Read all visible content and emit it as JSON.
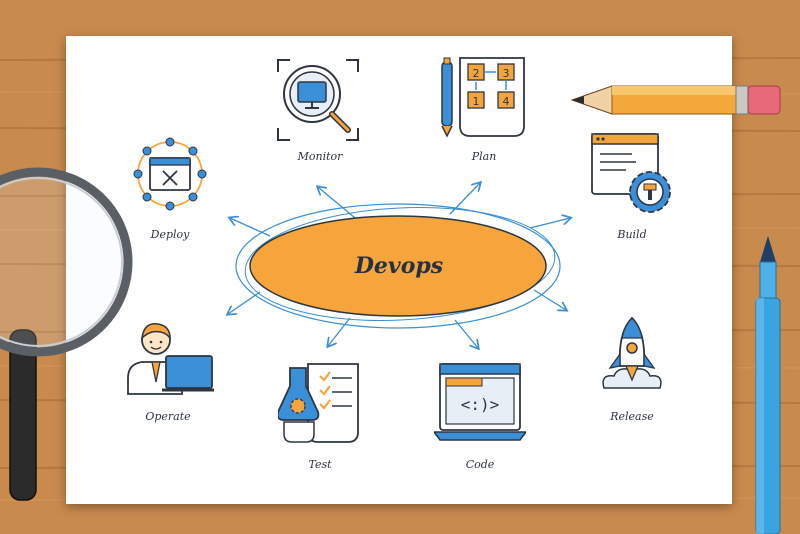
{
  "diagram": {
    "center_title": "Devops",
    "nodes": [
      {
        "id": "monitor",
        "label": "Monitor",
        "icon": "monitor-magnifier-icon"
      },
      {
        "id": "plan",
        "label": "Plan",
        "icon": "plan-board-icon"
      },
      {
        "id": "build",
        "label": "Build",
        "icon": "build-window-gear-icon"
      },
      {
        "id": "release",
        "label": "Release",
        "icon": "rocket-icon"
      },
      {
        "id": "code",
        "label": "Code",
        "icon": "laptop-code-icon"
      },
      {
        "id": "test",
        "label": "Test",
        "icon": "flask-checklist-icon"
      },
      {
        "id": "operate",
        "label": "Operate",
        "icon": "person-laptop-icon"
      },
      {
        "id": "deploy",
        "label": "Deploy",
        "icon": "deploy-network-icon"
      }
    ]
  },
  "colors": {
    "center_fill": "#f6a53c",
    "arrow": "#3a8fd6",
    "icon_blue": "#3a8fd6",
    "icon_orange": "#f6a53c",
    "outline": "#2e3642",
    "paper": "#ffffff",
    "desk": "#c98a4e"
  }
}
